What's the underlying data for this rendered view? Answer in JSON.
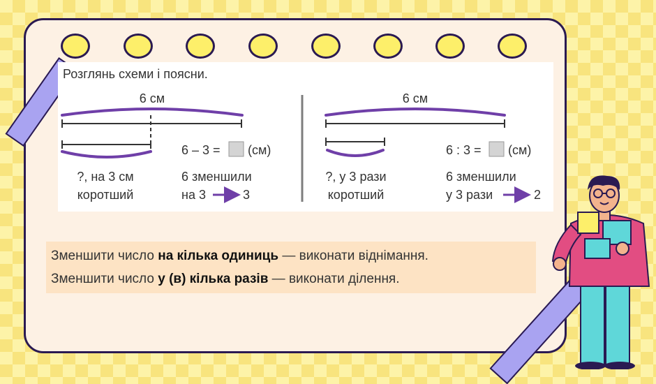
{
  "panel": {
    "title": "Розглянь схеми і поясни.",
    "left": {
      "length_label": "6 см",
      "equation_start": "6 – 3 =",
      "equation_unit": "(см)",
      "question_line1": "?, на 3 см",
      "question_line2": "коротший",
      "result_line1": "6 зменшили",
      "result_prefix": "на 3",
      "result_value": "3"
    },
    "right": {
      "length_label": "6 см",
      "equation_start": "6 : 3 =",
      "equation_unit": "(см)",
      "question_line1": "?, у 3 рази",
      "question_line2": "коротший",
      "result_line1": "6 зменшили",
      "result_prefix": "у 3 рази",
      "result_value": "2"
    }
  },
  "rules": {
    "line1_before": "Зменшити число ",
    "line1_bold": "на кілька одиниць",
    "line1_after": " — виконати віднімання.",
    "line2_before": "Зменшити число ",
    "line2_bold": "у (в) кілька разів",
    "line2_after": " — виконати ділення."
  },
  "colors": {
    "accent_purple": "#6f3fa8",
    "card_border": "#2a1a52",
    "rule_background": "#fde3c4"
  }
}
